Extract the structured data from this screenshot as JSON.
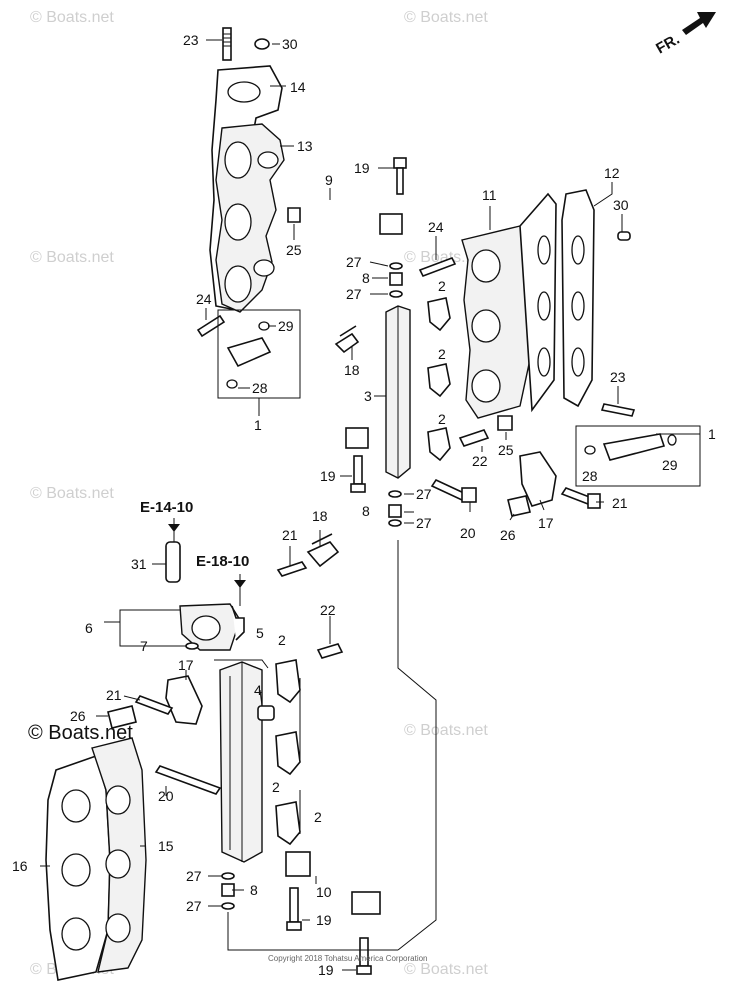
{
  "watermarks": [
    {
      "text": "© Boats.net"
    },
    {
      "text": "© Boats.net"
    },
    {
      "text": "© Boats.net"
    },
    {
      "text": "© Boats.net"
    },
    {
      "text": "© Boats.net"
    },
    {
      "text": "© Boats.net"
    },
    {
      "text": "© Boats.net"
    },
    {
      "text": "© Boats.net"
    }
  ],
  "brand_watermark": "© Boats.net",
  "copyright": "Copyright 2018 Tohatsu America Corporation",
  "direction_label": "FR.",
  "references": {
    "ref1": "E-14-10",
    "ref2": "E-18-10"
  },
  "callouts": [
    "23",
    "30",
    "14",
    "13",
    "25",
    "24",
    "29",
    "28",
    "1",
    "19",
    "9",
    "27",
    "8",
    "27",
    "18",
    "3",
    "19",
    "27",
    "8",
    "27",
    "11",
    "12",
    "30",
    "24",
    "2",
    "2",
    "2",
    "23",
    "1",
    "29",
    "28",
    "25",
    "22",
    "21",
    "20",
    "26",
    "17",
    "31",
    "18",
    "21",
    "6",
    "7",
    "5",
    "2",
    "17",
    "22",
    "4",
    "21",
    "26",
    "2",
    "20",
    "2",
    "15",
    "16",
    "27",
    "8",
    "27",
    "10",
    "19",
    "19"
  ]
}
